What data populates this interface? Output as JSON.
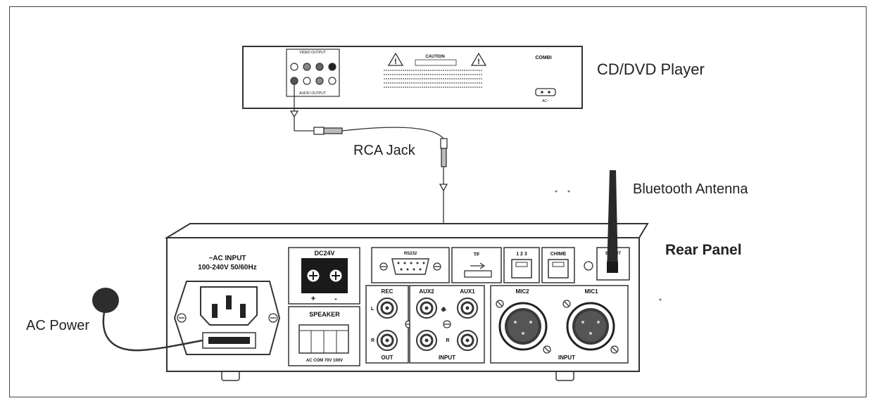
{
  "labels": {
    "cd_player": "CD/DVD Player",
    "rca_jack": "RCA Jack",
    "bluetooth_antenna": "Bluetooth Antenna",
    "rear_panel": "Rear Panel",
    "ac_power": "AC Power"
  },
  "player": {
    "video_output": "VIDEO OUTPUT",
    "audio_output": "AUDIO OUTPUT",
    "caution": "CAUTION",
    "model": "COMBI",
    "ac": "AC~"
  },
  "amp": {
    "ac_input_line1": "~AC INPUT",
    "ac_input_line2": "100-240V 50/60Hz",
    "dc24v": "DC24V",
    "plus": "+",
    "minus": "-",
    "speaker": "SPEAKER",
    "speaker_terminals": "AC COM 70V 100V",
    "rs232": "RS232",
    "usb": "TF",
    "net": "1 2 3",
    "chime": "CHIME",
    "rec": "REC",
    "out": "OUT",
    "aux2": "AUX2",
    "aux1": "AUX1",
    "input": "INPUT",
    "mic2": "MIC2",
    "mic1": "MIC1",
    "mic_input": "INPUT",
    "left": "L",
    "right": "R",
    "antenna_port": "BT ANT"
  },
  "colors": {
    "line": "#333333",
    "panel_fill": "#ffffff",
    "dark": "#1a1a1a",
    "mic_head": "#3a3a3a"
  }
}
